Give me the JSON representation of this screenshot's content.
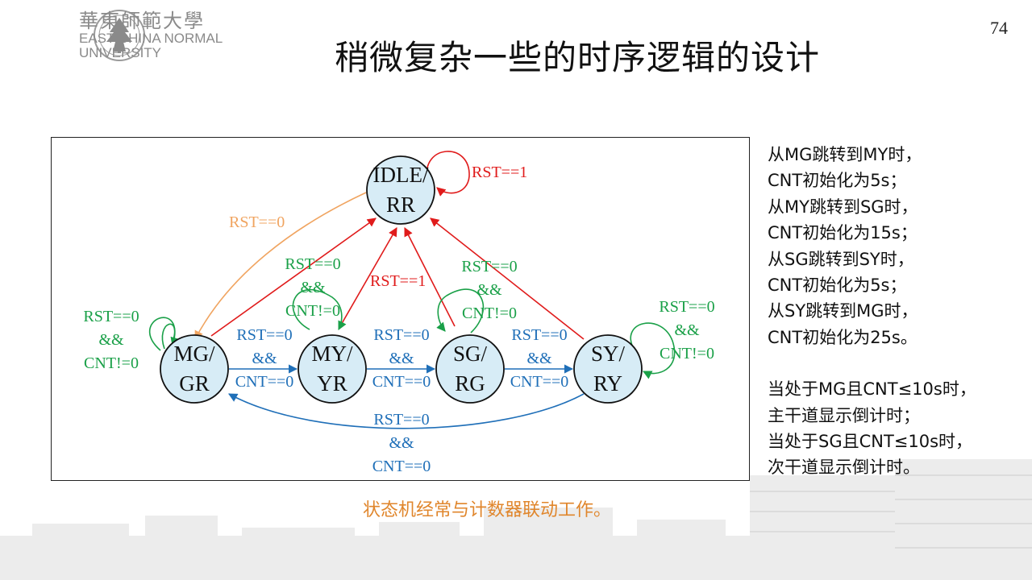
{
  "slide": {
    "page_number": "74",
    "title": "稍微复杂一些的时序逻辑的设计",
    "caption": "状态机经常与计数器联动工作。"
  },
  "logo": {
    "cn": "華東師範大學",
    "en_line1": "EAST CHINA NORMAL",
    "en_line2": "UNIVERSITY"
  },
  "notes": {
    "group1": [
      "从MG跳转到MY时，",
      "CNT初始化为5s；",
      "从MY跳转到SG时，",
      "CNT初始化为15s；",
      "从SG跳转到SY时，",
      "CNT初始化为5s；",
      "从SY跳转到MG时，",
      "CNT初始化为25s。"
    ],
    "group2": [
      "当处于MG且CNT≤10s时，",
      "主干道显示倒计时；",
      "当处于SG且CNT≤10s时，",
      "次干道显示倒计时。"
    ]
  },
  "diagram": {
    "colors": {
      "red": "#e01b1b",
      "blue": "#1f6fb8",
      "green": "#1aa048",
      "orange": "#f0a460",
      "state_fill": "#d7ecf6",
      "state_stroke": "#111111"
    },
    "states": {
      "idle": {
        "line1": "IDLE/",
        "line2": "RR"
      },
      "mg": {
        "line1": "MG/",
        "line2": "GR"
      },
      "my": {
        "line1": "MY/",
        "line2": "YR"
      },
      "sg": {
        "line1": "SG/",
        "line2": "RG"
      },
      "sy": {
        "line1": "SY/",
        "line2": "RY"
      }
    },
    "labels": {
      "idle_self": "RST==1",
      "idle_to_mg": "RST==0",
      "to_idle": "RST==1",
      "mg_self": [
        "RST==0",
        "&&",
        "CNT!=0"
      ],
      "my_self": [
        "RST==0",
        "&&",
        "CNT!=0"
      ],
      "sg_self": [
        "RST==0",
        "&&",
        "CNT!=0"
      ],
      "sy_self": [
        "RST==0",
        "&&",
        "CNT!=0"
      ],
      "mg_to_my": [
        "RST==0",
        "&&",
        "CNT==0"
      ],
      "my_to_sg": [
        "RST==0",
        "&&",
        "CNT==0"
      ],
      "sg_to_sy": [
        "RST==0",
        "&&",
        "CNT==0"
      ],
      "sy_to_mg": [
        "RST==0",
        "&&",
        "CNT==0"
      ]
    }
  }
}
